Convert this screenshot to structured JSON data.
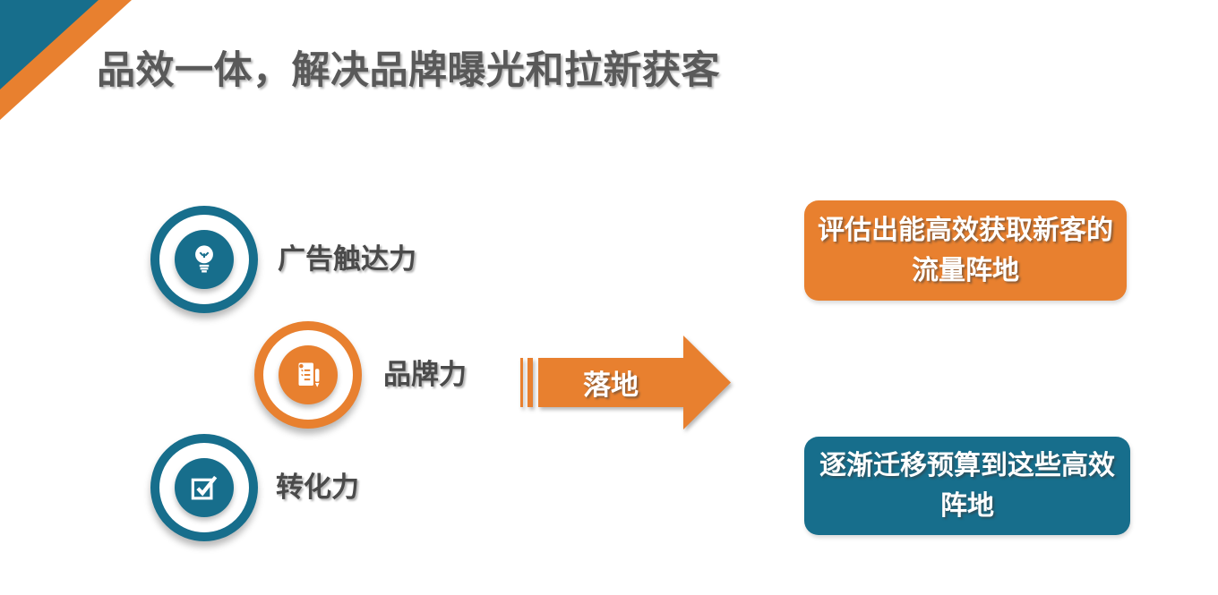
{
  "title": "品效一体，解决品牌曝光和拉新获客",
  "capabilities": [
    {
      "label": "广告触达力",
      "icon": "lightbulb-icon",
      "color": "#176E8C"
    },
    {
      "label": "品牌力",
      "icon": "notepad-pen-icon",
      "color": "#E8802F"
    },
    {
      "label": "转化力",
      "icon": "checkbox-icon",
      "color": "#176E8C"
    }
  ],
  "arrow": {
    "label": "落地"
  },
  "outcomes": [
    {
      "line1": "评估出能高效获取新客的",
      "line2": "流量阵地",
      "color": "#E8802F"
    },
    {
      "line1": "逐渐迁移预算到这些高效",
      "line2": "阵地",
      "color": "#176E8C"
    }
  ],
  "colors": {
    "teal": "#176E8C",
    "orange": "#E8802F",
    "title_gray": "#595959"
  }
}
